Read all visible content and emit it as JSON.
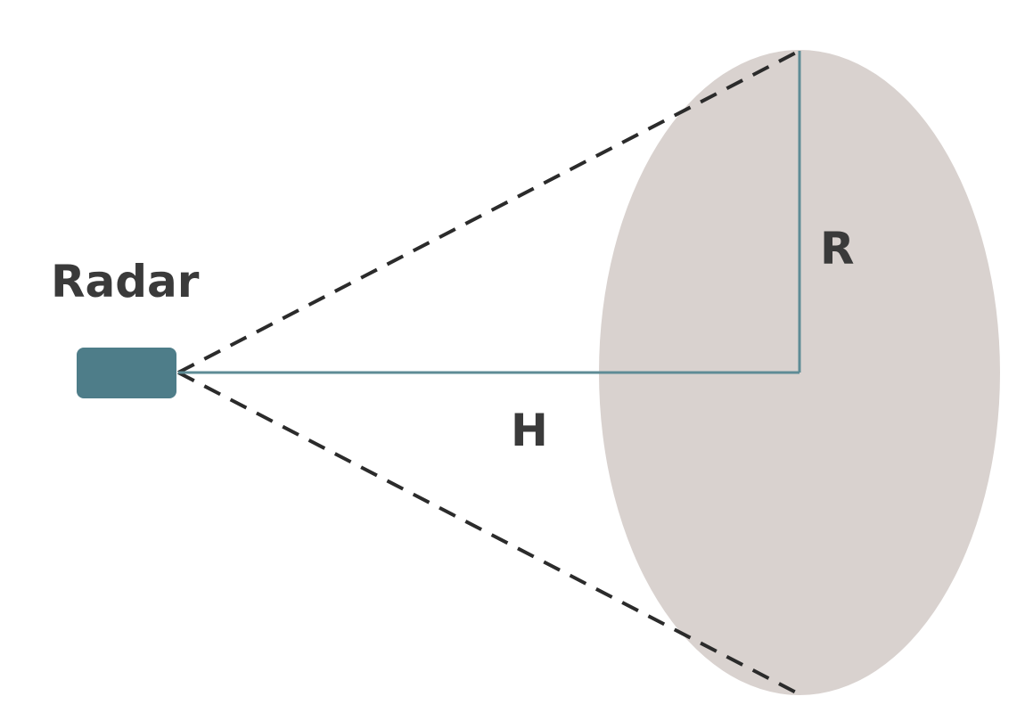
{
  "labels": {
    "radar": "Radar",
    "radius": "R",
    "distance": "H"
  },
  "colors": {
    "background": "#ffffff",
    "beam_spot": "#d9d2cf",
    "radar_body": "#4e7d89",
    "measure_line": "#5e8c96",
    "beam_edge": "#2b2b2b",
    "label_text": "#3a3a3a"
  }
}
